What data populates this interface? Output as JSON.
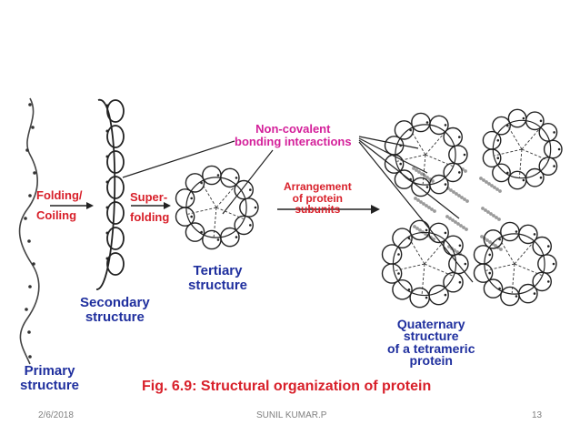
{
  "labels": {
    "primary_line1": "Primary",
    "primary_line2": "structure",
    "secondary_line1": "Secondary",
    "secondary_line2": "structure",
    "tertiary_line1": "Tertiary",
    "tertiary_line2": "structure",
    "quaternary_line1": "Quaternary",
    "quaternary_line2": "structure",
    "quaternary_line3": "of a tetrameric",
    "quaternary_line4": "protein",
    "folding_line1": "Folding/",
    "folding_line2": "Coiling",
    "superfolding_line1": "Super-",
    "superfolding_line2": "folding",
    "noncovalent_line1": "Non-covalent",
    "noncovalent_line2": "bonding interactions",
    "arrangement_line1": "Arrangement",
    "arrangement_line2": "of protein",
    "arrangement_line3": "subunits",
    "caption": "Fig. 6.9: Structural organization of protein"
  },
  "footer": {
    "date": "2/6/2018",
    "author": "SUNIL KUMAR.P",
    "page": "13"
  },
  "colors": {
    "structure_labels": "#1f2f9e",
    "process_labels": "#d8202a",
    "interaction_labels": "#d4209a"
  }
}
